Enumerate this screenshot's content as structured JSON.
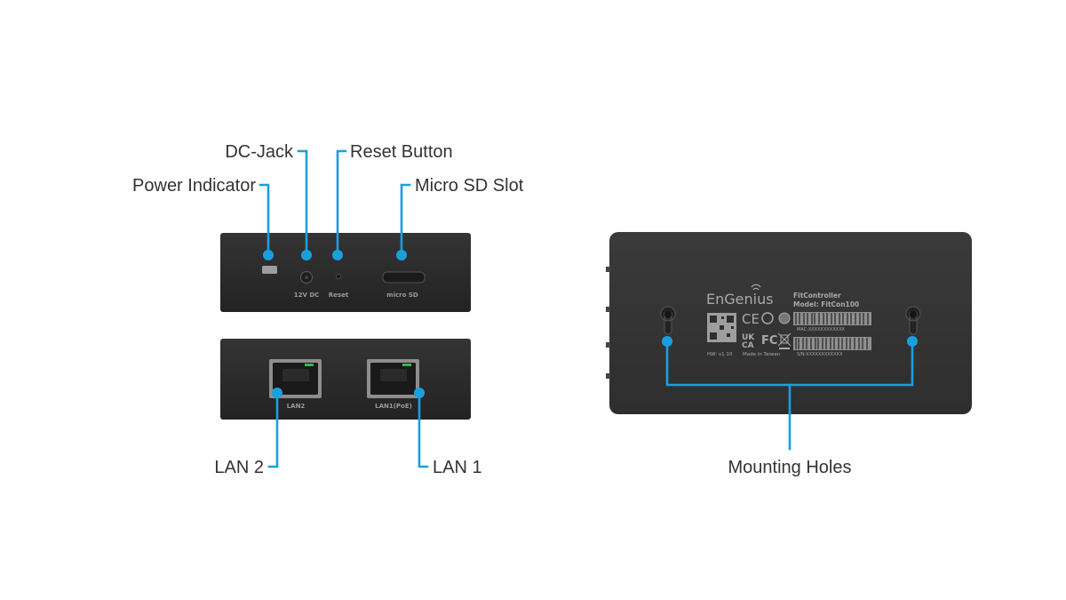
{
  "callouts": {
    "dc_jack": "DC-Jack",
    "reset_button": "Reset Button",
    "power_indicator": "Power Indicator",
    "micro_sd_slot": "Micro SD Slot",
    "lan2": "LAN 2",
    "lan1": "LAN 1",
    "mounting_holes": "Mounting Holes"
  },
  "front_panel": {
    "dc_label": "12V DC",
    "reset_label": "Reset",
    "sd_label": "micro SD"
  },
  "rear_panel": {
    "lan2_label": "LAN2",
    "lan1_label": "LAN1(PoE)"
  },
  "bottom_label": {
    "brand": "EnGenius",
    "product": "FitController",
    "model": "Model: FitCon100",
    "mac": "MAC:XXXXXXXXXXXX",
    "sn": "S/N:XXXXXXXXXXXX",
    "hw": "HW: v1.10",
    "origin": "Made in Taiwan",
    "ce": "CE",
    "ukca_top": "UK",
    "ukca_bottom": "CA",
    "fc": "FC"
  },
  "colors": {
    "accent": "#1a9fde",
    "device": "#2b2b2b",
    "text": "#333333"
  }
}
